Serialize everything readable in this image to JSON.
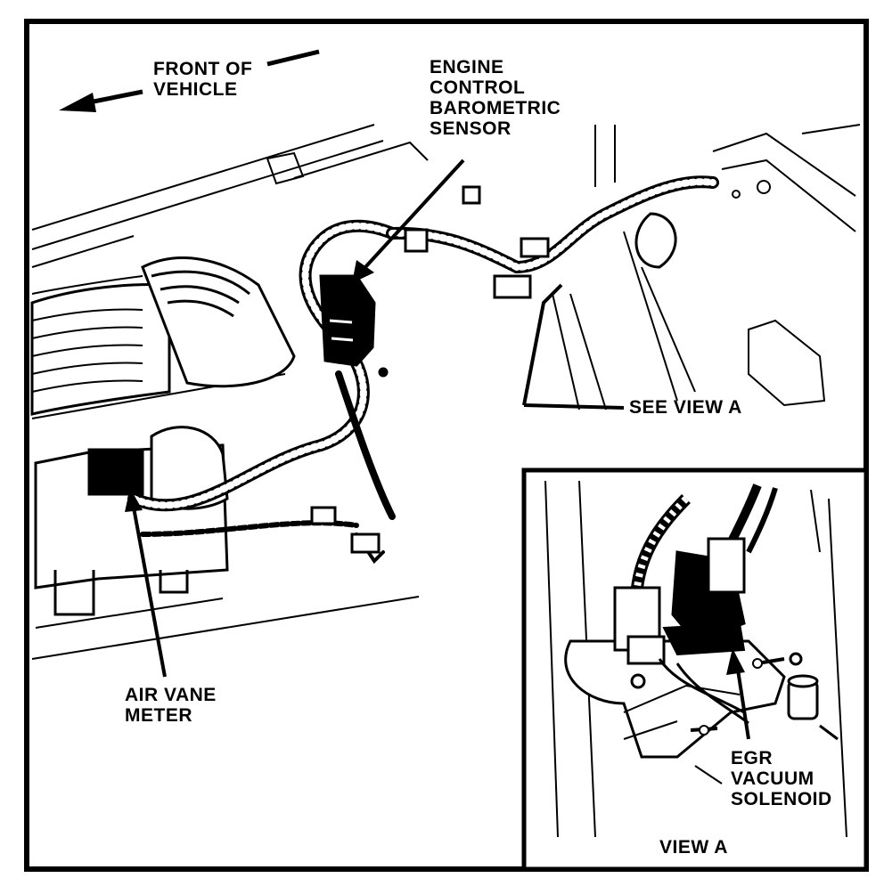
{
  "labels": {
    "front_of_vehicle": [
      "FRONT OF",
      "VEHICLE"
    ],
    "baro_sensor": [
      "ENGINE",
      "CONTROL",
      "BAROMETRIC",
      "SENSOR"
    ],
    "see_view_a": "SEE VIEW A",
    "air_vane_meter": [
      "AIR VANE",
      "METER"
    ],
    "egr_solenoid": [
      "EGR",
      "VACUUM",
      "SOLENOID"
    ],
    "view_a": "VIEW A"
  },
  "colors": {
    "ink": "#000000",
    "paper": "#ffffff"
  }
}
